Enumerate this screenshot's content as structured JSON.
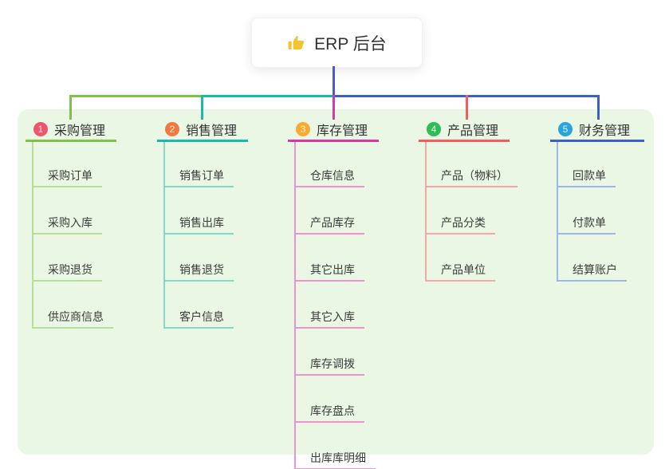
{
  "root": {
    "label": "ERP 后台",
    "icon": "thumbs-up-icon",
    "icon_color": "#f4c430",
    "connector_color": "#4a5cc8"
  },
  "panel": {
    "background": "#e9f7e4"
  },
  "branches": [
    {
      "number": "1",
      "label": "采购管理",
      "badge_color": "#f0546e",
      "line_color": "#7cc24c",
      "child_line_color": "#b7df97",
      "children": [
        "采购订单",
        "采购入库",
        "采购退货",
        "供应商信息"
      ]
    },
    {
      "number": "2",
      "label": "销售管理",
      "badge_color": "#f2793e",
      "line_color": "#1db9a8",
      "child_line_color": "#84d8ca",
      "children": [
        "销售订单",
        "销售出库",
        "销售退货",
        "客户信息"
      ]
    },
    {
      "number": "3",
      "label": "库存管理",
      "badge_color": "#f9ab2f",
      "line_color": "#d63b9b",
      "child_line_color": "#ef93cd",
      "children": [
        "仓库信息",
        "产品库存",
        "其它出库",
        "其它入库",
        "库存调拨",
        "库存盘点",
        "出库库明细"
      ]
    },
    {
      "number": "4",
      "label": "产品管理",
      "badge_color": "#2dbd55",
      "line_color": "#f25e5e",
      "child_line_color": "#f6a6a4",
      "children": [
        "产品（物料）",
        "产品分类",
        "产品单位"
      ]
    },
    {
      "number": "5",
      "label": "财务管理",
      "badge_color": "#29a4dc",
      "line_color": "#3c60c6",
      "child_line_color": "#9fb6e8",
      "children": [
        "回款单",
        "付款单",
        "结算账户"
      ]
    }
  ]
}
